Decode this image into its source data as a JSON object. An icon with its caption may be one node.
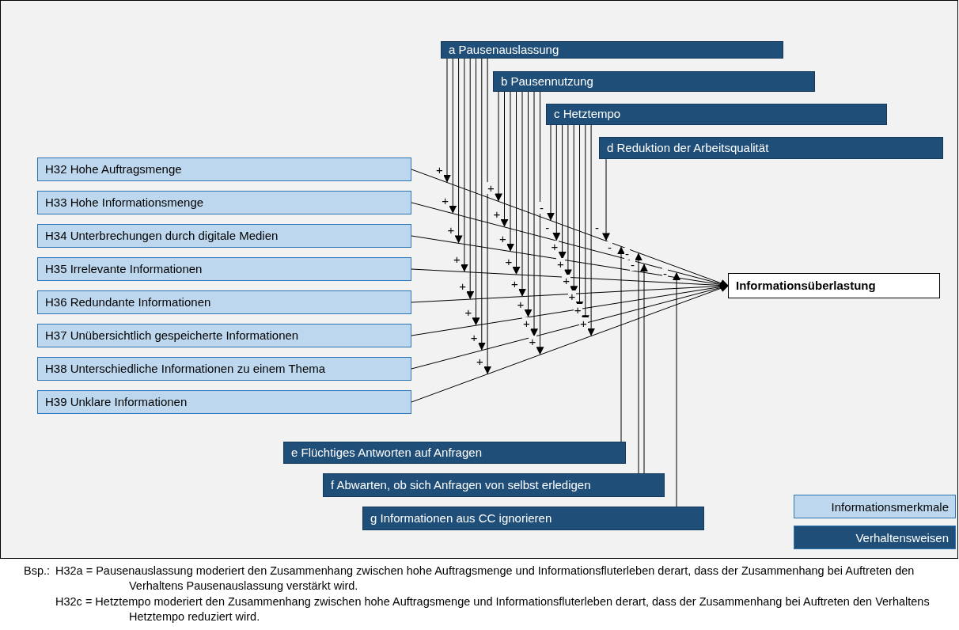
{
  "diagram": {
    "nodes": [
      {
        "text": [
          "a Pausenauslassung"
        ]
      },
      {
        "text": [
          "b Pausennutzung"
        ]
      },
      {
        "text": [
          "c Hetztempo"
        ]
      },
      {
        "text": [
          "d Reduktion der Arbeitsqualität"
        ]
      },
      {
        "text": [
          "H32 Hohe Auftragsmenge"
        ]
      },
      {
        "text": [
          "H33 Hohe Informationsmenge"
        ]
      },
      {
        "text": [
          "H34 Unterbrechungen durch digitale Medien"
        ]
      },
      {
        "text": [
          "H35 Irrelevante Informationen"
        ]
      },
      {
        "text": [
          "H36 Redundante Informationen"
        ]
      },
      {
        "text": [
          "H37 Unübersichtlich gespeicherte Informationen"
        ]
      },
      {
        "text": [
          "H38 Unterschiedliche Informationen zu einem Thema"
        ]
      },
      {
        "text": [
          "H39 Unklare Informationen"
        ]
      },
      {
        "text": [
          "Informationsüberlastung"
        ]
      },
      {
        "text": [
          "e Flüchtiges Antworten auf Anfragen"
        ]
      },
      {
        "text": [
          "f  Abwarten, ob sich Anfragen von selbst erledigen"
        ]
      },
      {
        "text": [
          "g Informationen aus CC ignorieren"
        ]
      }
    ],
    "edges": [
      {
        "from": 4,
        "to": 12,
        "arrow": "to"
      },
      {
        "from": 5,
        "to": 12,
        "arrow": "to"
      },
      {
        "from": 6,
        "to": 12,
        "arrow": "to"
      },
      {
        "from": 7,
        "to": 12,
        "arrow": "to"
      },
      {
        "from": 8,
        "to": 12,
        "arrow": "to"
      },
      {
        "from": 9,
        "to": 12,
        "arrow": "to"
      },
      {
        "from": 10,
        "to": 12,
        "arrow": "to"
      },
      {
        "from": 11,
        "to": 12,
        "arrow": "to"
      },
      {
        "from": 0,
        "to": null,
        "arrow": "to",
        "label": "+"
      },
      {
        "from": 0,
        "to": null,
        "arrow": "to",
        "label": "+"
      },
      {
        "from": 0,
        "to": null,
        "arrow": "to",
        "label": "+"
      },
      {
        "from": 0,
        "to": null,
        "arrow": "to",
        "label": "+"
      },
      {
        "from": 0,
        "to": null,
        "arrow": "to",
        "label": "+"
      },
      {
        "from": 0,
        "to": null,
        "arrow": "to",
        "label": "+"
      },
      {
        "from": 0,
        "to": null,
        "arrow": "to",
        "label": "+"
      },
      {
        "from": 0,
        "to": null,
        "arrow": "to",
        "label": "+"
      },
      {
        "from": 1,
        "to": null,
        "arrow": "to",
        "label": "+"
      },
      {
        "from": 1,
        "to": null,
        "arrow": "to",
        "label": "+"
      },
      {
        "from": 1,
        "to": null,
        "arrow": "to",
        "label": "+"
      },
      {
        "from": 1,
        "to": null,
        "arrow": "to",
        "label": "+"
      },
      {
        "from": 1,
        "to": null,
        "arrow": "to",
        "label": "+"
      },
      {
        "from": 1,
        "to": null,
        "arrow": "to",
        "label": "+"
      },
      {
        "from": 1,
        "to": null,
        "arrow": "to",
        "label": "+"
      },
      {
        "from": 1,
        "to": null,
        "arrow": "to",
        "label": "+"
      },
      {
        "from": 2,
        "to": null,
        "arrow": "to",
        "label": "-"
      },
      {
        "from": 2,
        "to": null,
        "arrow": "to",
        "label": "-"
      },
      {
        "from": 2,
        "to": null,
        "arrow": "to",
        "label": "+"
      },
      {
        "from": 2,
        "to": null,
        "arrow": "to",
        "label": "+"
      },
      {
        "from": 2,
        "to": null,
        "arrow": "to",
        "label": "+"
      },
      {
        "from": 2,
        "to": null,
        "arrow": "to",
        "label": "+"
      },
      {
        "from": 2,
        "to": null,
        "arrow": "to",
        "label": "+"
      },
      {
        "from": 2,
        "to": null,
        "arrow": "to",
        "label": "+"
      },
      {
        "from": 3,
        "to": null,
        "arrow": "to",
        "label": "-"
      },
      {
        "from": 13,
        "to": null,
        "arrow": "to",
        "label": "-"
      },
      {
        "from": 14,
        "to": null,
        "arrow": "to",
        "label": "-"
      },
      {
        "from": 14,
        "to": null,
        "arrow": "to",
        "label": "-"
      },
      {
        "from": 15,
        "to": null,
        "arrow": "to",
        "label": "-"
      }
    ],
    "labels": [
      "Bsp.:",
      "H32a = Pausenauslassung moderiert den Zusammenhang zwischen hohe Auftragsmenge und Informationsfluterleben derart, dass der Zusammenhang bei Auftreten den Verhaltens Pausenauslassung verstärkt wird.",
      "H32c = Hetztempo moderiert den Zusammenhang zwischen hohe Auftragsmenge und Informationsfluterleben derart, dass der Zusammenhang bei Auftreten den Verhaltens Hetztempo reduziert wird."
    ],
    "legend": [
      {
        "text": "Informationsmerkmale",
        "color": "#bdd7ee"
      },
      {
        "text": "Verhaltensweisen",
        "color": "#1f4e79"
      }
    ]
  }
}
